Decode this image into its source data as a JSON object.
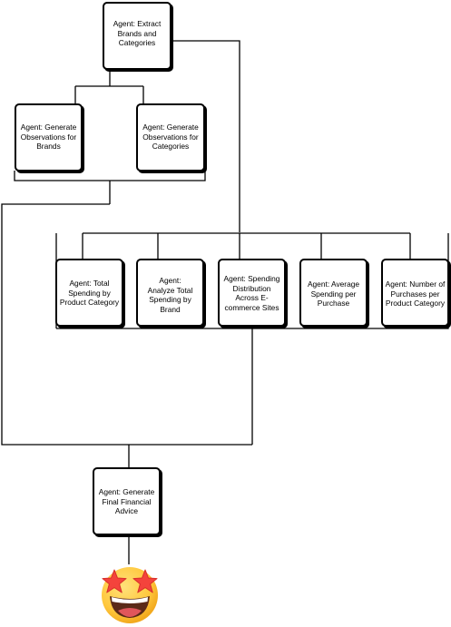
{
  "nodes": {
    "extract": "Agent: Extract\nBrands and\nCategories",
    "obs_brands": "Agent: Generate\nObservations for\nBrands",
    "obs_categories": "Agent: Generate\nObservations for\nCategories",
    "total_spending": "Agent: Total\nSpending by\nProduct Category",
    "analyze_brand": "Agent:\nAnalyze Total\nSpending by\nBrand",
    "distribution": "Agent: Spending\nDistribution\nAcross E-\ncommerce Sites",
    "average": "Agent: Average\nSpending per\nPurchase",
    "purchases": "Agent: Number of\nPurchases per\nProduct Category",
    "final": "Agent: Generate\nFinal Financial\nAdvice"
  },
  "icons": {
    "result": "star-struck-emoji-icon"
  },
  "colors": {
    "stroke": "#000000",
    "emoji_face": "#FFC83D",
    "emoji_star": "#F4433C"
  }
}
